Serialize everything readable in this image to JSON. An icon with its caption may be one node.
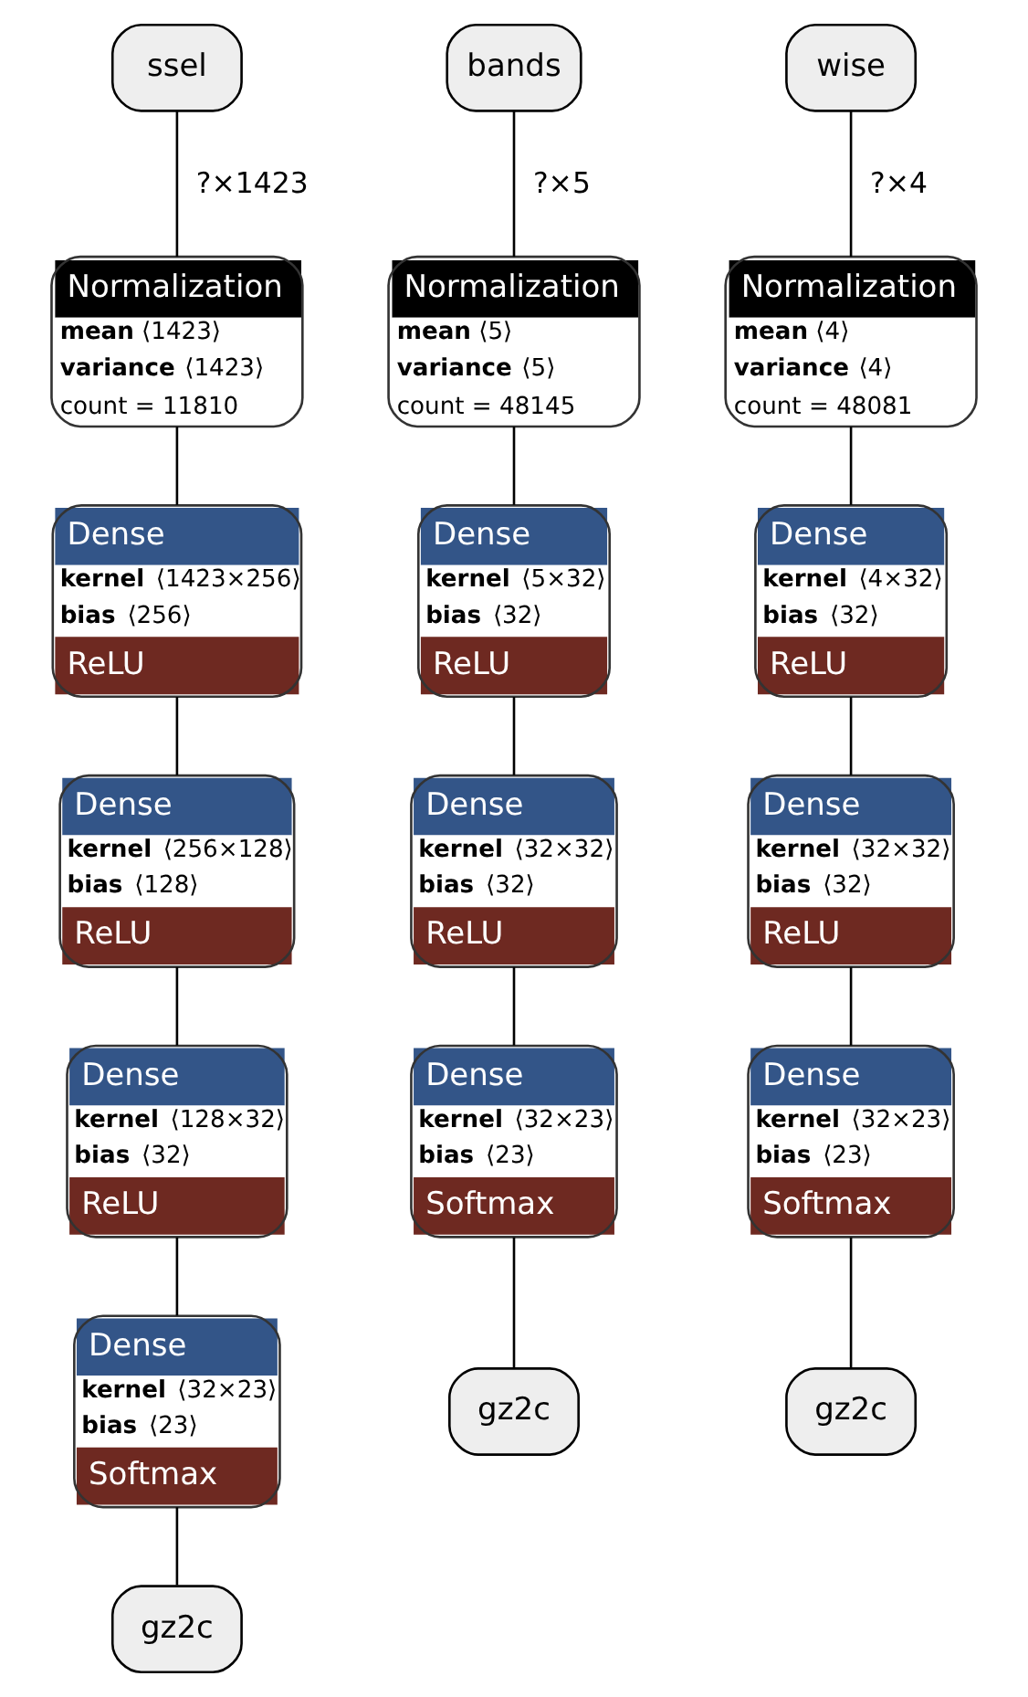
{
  "diagram": {
    "nodes": [
      {
        "text": [
          "ssel"
        ]
      },
      {
        "text": [
          "Normalization",
          "**mean** ⟨1423⟩",
          "**variance** ⟨1423⟩",
          "count = 11810"
        ]
      },
      {
        "text": [
          "Dense",
          "**kernel** ⟨1423×256⟩",
          "**bias** ⟨256⟩",
          "ReLU"
        ]
      },
      {
        "text": [
          "Dense",
          "**kernel** ⟨256×128⟩",
          "**bias** ⟨128⟩",
          "ReLU"
        ]
      },
      {
        "text": [
          "Dense",
          "**kernel** ⟨128×32⟩",
          "**bias** ⟨32⟩",
          "ReLU"
        ]
      },
      {
        "text": [
          "Dense",
          "**kernel** ⟨32×23⟩",
          "**bias** ⟨23⟩",
          "Softmax"
        ]
      },
      {
        "text": [
          "gz2c"
        ]
      },
      {
        "text": [
          "bands"
        ]
      },
      {
        "text": [
          "Normalization",
          "**mean** ⟨5⟩",
          "**variance** ⟨5⟩",
          "count = 48145"
        ]
      },
      {
        "text": [
          "Dense",
          "**kernel** ⟨5×32⟩",
          "**bias** ⟨32⟩",
          "ReLU"
        ]
      },
      {
        "text": [
          "Dense",
          "**kernel** ⟨32×32⟩",
          "**bias** ⟨32⟩",
          "ReLU"
        ]
      },
      {
        "text": [
          "Dense",
          "**kernel** ⟨32×23⟩",
          "**bias** ⟨23⟩",
          "Softmax"
        ]
      },
      {
        "text": [
          "gz2c"
        ]
      },
      {
        "text": [
          "wise"
        ]
      },
      {
        "text": [
          "Normalization",
          "**mean** ⟨4⟩",
          "**variance** ⟨4⟩",
          "count = 48081"
        ]
      },
      {
        "text": [
          "Dense",
          "**kernel** ⟨4×32⟩",
          "**bias** ⟨32⟩",
          "ReLU"
        ]
      },
      {
        "text": [
          "Dense",
          "**kernel** ⟨32×32⟩",
          "**bias** ⟨32⟩",
          "ReLU"
        ]
      },
      {
        "text": [
          "Dense",
          "**kernel** ⟨32×23⟩",
          "**bias** ⟨23⟩",
          "Softmax"
        ]
      },
      {
        "text": [
          "gz2c"
        ]
      }
    ],
    "edges": [
      {
        "from": 0,
        "to": 1,
        "arrow": "none",
        "label": "?×1423"
      },
      {
        "from": 1,
        "to": 2,
        "arrow": "none"
      },
      {
        "from": 2,
        "to": 3,
        "arrow": "none"
      },
      {
        "from": 3,
        "to": 4,
        "arrow": "none"
      },
      {
        "from": 4,
        "to": 5,
        "arrow": "none"
      },
      {
        "from": 5,
        "to": 6,
        "arrow": "none"
      },
      {
        "from": 7,
        "to": 8,
        "arrow": "none",
        "label": "?×5"
      },
      {
        "from": 8,
        "to": 9,
        "arrow": "none"
      },
      {
        "from": 9,
        "to": 10,
        "arrow": "none"
      },
      {
        "from": 10,
        "to": 11,
        "arrow": "none"
      },
      {
        "from": 11,
        "to": 12,
        "arrow": "none"
      },
      {
        "from": 13,
        "to": 14,
        "arrow": "none",
        "label": "?×4"
      },
      {
        "from": 14,
        "to": 15,
        "arrow": "none"
      },
      {
        "from": 15,
        "to": 16,
        "arrow": "none"
      },
      {
        "from": 16,
        "to": 17,
        "arrow": "none"
      },
      {
        "from": 17,
        "to": 18,
        "arrow": "none"
      }
    ]
  }
}
